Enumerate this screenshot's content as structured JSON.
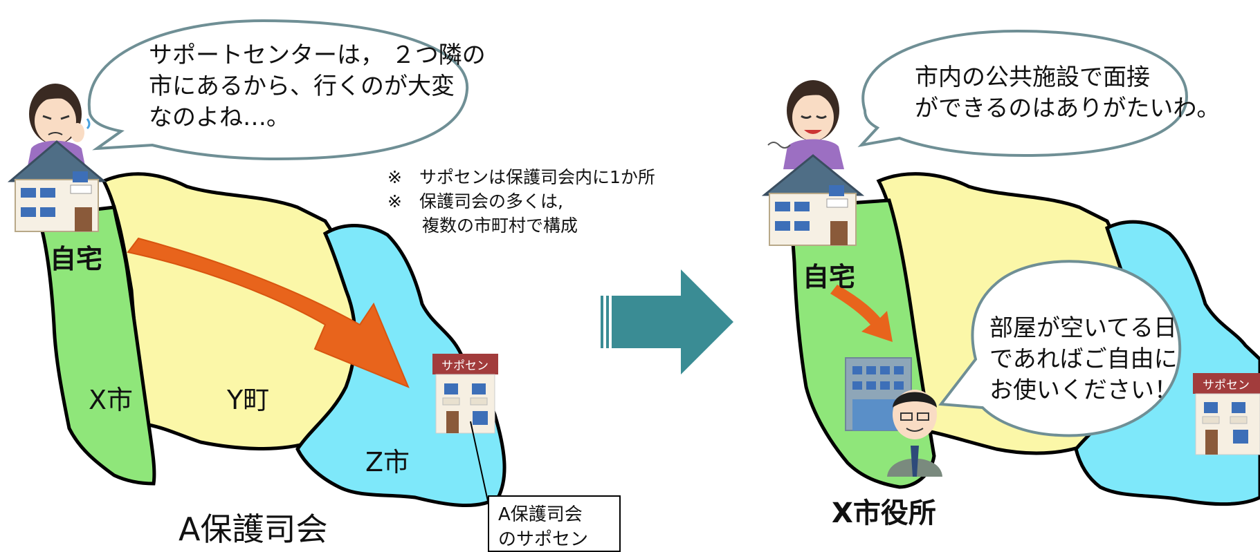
{
  "left_panel": {
    "speech": [
      "サポートセンターは， ２つ隣の",
      "市にあるから、行くのが大変",
      "なのよね…。"
    ],
    "notes": [
      "※　サポセンは保護司会内に1か所",
      "※　保護司会の多くは,",
      "　　複数の市町村で構成"
    ],
    "home_label": "自宅",
    "region_x": "X市",
    "region_y": "Y町",
    "region_z": "Z市",
    "association_label": "A保護司会",
    "office_sign": "サポセン",
    "callout": [
      "A保護司会",
      "のサポセン"
    ]
  },
  "right_panel": {
    "speech_woman": [
      "市内の公共施設で面接",
      "ができるのはありがたいわ。"
    ],
    "speech_officer": [
      "部屋が空いてる日",
      "であればご自由に",
      "お使いください！"
    ],
    "home_label": "自宅",
    "office_sign": "サポセン",
    "city_hall_label": "X市役所"
  },
  "colors": {
    "region_green": "#8fe67a",
    "region_yellow": "#fbf7a8",
    "region_cyan": "#7ee8fa",
    "route_arrow": "#e8641c",
    "transition_arrow": "#3a8c94",
    "bubble_outline": "#6f8f95"
  }
}
